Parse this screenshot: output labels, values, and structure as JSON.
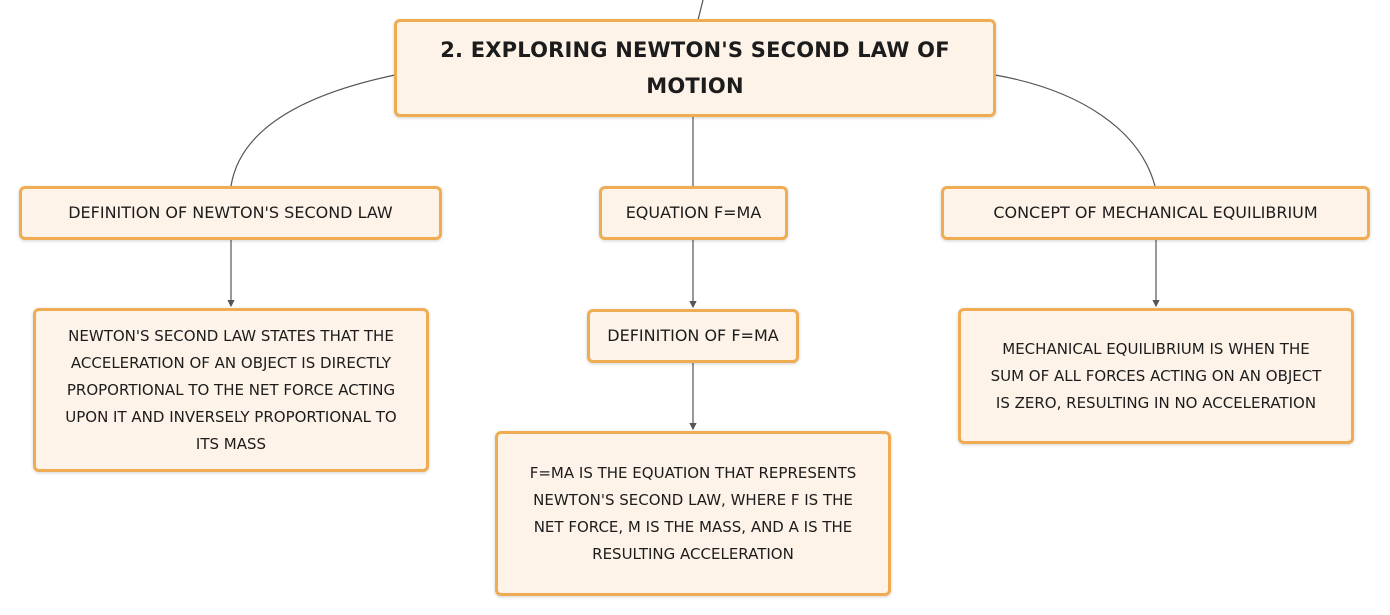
{
  "root": {
    "text": "2. EXPLORING NEWTON'S SECOND LAW OF\nMOTION"
  },
  "branches": [
    {
      "title": "DEFINITION OF NEWTON'S SECOND LAW",
      "detail": "NEWTON'S SECOND LAW STATES THAT THE\nACCELERATION OF AN OBJECT IS DIRECTLY\nPROPORTIONAL TO THE NET FORCE ACTING\nUPON IT AND INVERSELY PROPORTIONAL TO\nITS MASS"
    },
    {
      "title": "EQUATION F=MA",
      "subtitle": "DEFINITION OF F=MA",
      "detail": "F=MA IS THE EQUATION THAT REPRESENTS\nNEWTON'S SECOND LAW, WHERE F IS THE\nNET FORCE, M IS THE MASS, AND A IS THE\nRESULTING ACCELERATION"
    },
    {
      "title": "CONCEPT OF MECHANICAL EQUILIBRIUM",
      "detail": "MECHANICAL EQUILIBRIUM IS WHEN THE\nSUM OF ALL FORCES ACTING ON AN OBJECT\nIS ZERO, RESULTING IN NO ACCELERATION"
    }
  ],
  "colors": {
    "node_fill": "#fdf3e8",
    "node_border": "#f0ac52",
    "connector": "#555555",
    "text": "#1c1c1c"
  }
}
